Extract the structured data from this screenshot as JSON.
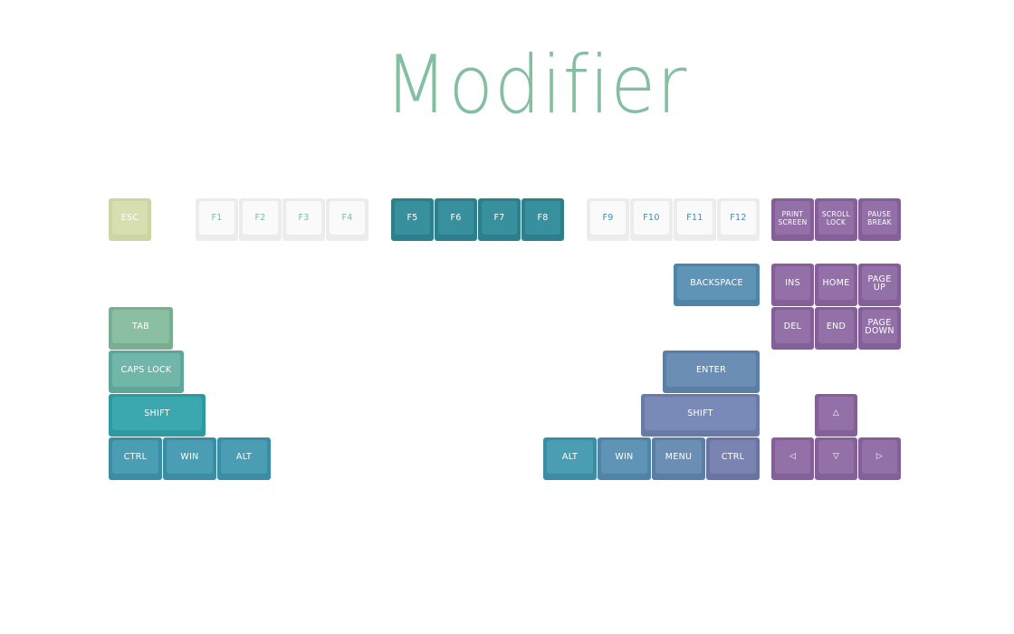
{
  "title": "Modifier",
  "colors": {
    "title": "#85bfa2",
    "esc": [
      "#ccd6a2",
      "#d7dfb1",
      "#ffffff"
    ],
    "white": [
      "#ececec",
      "#fafafa",
      "#7fb9b1"
    ],
    "teal_dark": [
      "#2e7f8c",
      "#38909e",
      "#ffffff"
    ],
    "green": [
      "#79ae92",
      "#8bbfa2",
      "#ffffff"
    ],
    "green_teal": [
      "#5ea69a",
      "#70b6a9",
      "#ffffff"
    ],
    "teal": [
      "#2d9aa0",
      "#3aa8ae",
      "#ffffff"
    ],
    "teal_blue": [
      "#3a8da2",
      "#4a9db2",
      "#ffffff"
    ],
    "blue": [
      "#4f84a6",
      "#5f94b6",
      "#ffffff"
    ],
    "slate": [
      "#5a7ea4",
      "#6a8eb4",
      "#ffffff"
    ],
    "periwinkle": [
      "#6a7aa8",
      "#7a8ab8",
      "#ffffff"
    ],
    "blue_purple": [
      "#6a74a2",
      "#7a84b2",
      "#ffffff"
    ],
    "purple": [
      "#845f98",
      "#9470a8",
      "#ffffff"
    ]
  },
  "keys": {
    "esc": "ESC",
    "f1": "F1",
    "f2": "F2",
    "f3": "F3",
    "f4": "F4",
    "f5": "F5",
    "f6": "F6",
    "f7": "F7",
    "f8": "F8",
    "f9": "F9",
    "f10": "F10",
    "f11": "F11",
    "f12": "F12",
    "print_screen": "PRINT SCREEN",
    "scroll_lock": "SCROLL LOCK",
    "pause_break": "PAUSE BREAK",
    "backspace": "BACKSPACE",
    "ins": "INS",
    "home": "HOME",
    "page_up": "PAGE UP",
    "del": "DEL",
    "end": "END",
    "page_down": "PAGE DOWN",
    "tab": "TAB",
    "caps_lock": "CAPS LOCK",
    "enter": "ENTER",
    "shift_left": "SHIFT",
    "shift_right": "SHIFT",
    "arrow_up": "△",
    "ctrl_left": "CTRL",
    "win_left": "WIN",
    "alt_left": "ALT",
    "alt_right": "ALT",
    "win_right": "WIN",
    "menu": "MENU",
    "ctrl_right": "CTRL",
    "arrow_left": "◁",
    "arrow_down": "▽",
    "arrow_right": "▷"
  }
}
